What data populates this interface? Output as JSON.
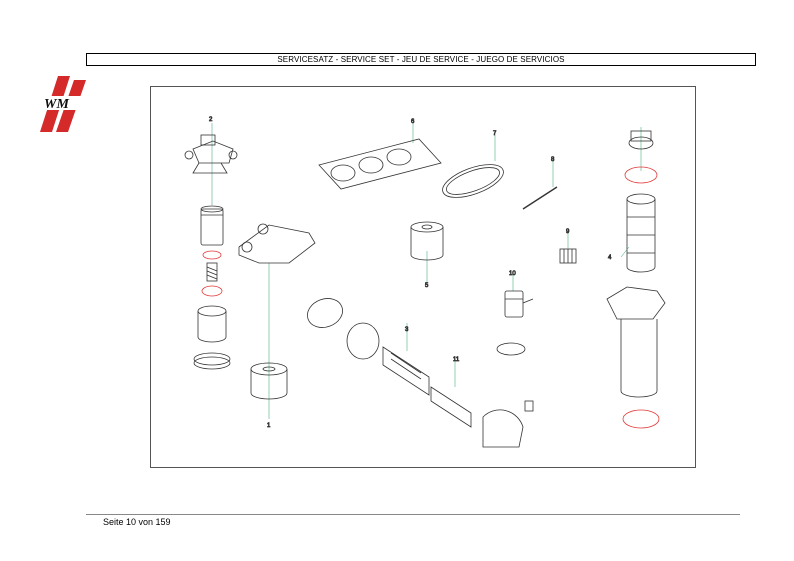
{
  "header": {
    "title": "SERVICESATZ - SERVICE SET - JEU DE SERVICE - JUEGO DE SERVICIOS"
  },
  "logo": {
    "name": "wm-logo-icon"
  },
  "diagram": {
    "callouts": [
      "1",
      "2",
      "3",
      "4",
      "5",
      "6",
      "7",
      "8",
      "9",
      "10",
      "11"
    ]
  },
  "footer": {
    "page": "Seite 10 von 159"
  },
  "colors": {
    "leader": "#2aa06a",
    "oring": "#e03a3a",
    "logo_red": "#d42a2a",
    "line": "#333333"
  }
}
